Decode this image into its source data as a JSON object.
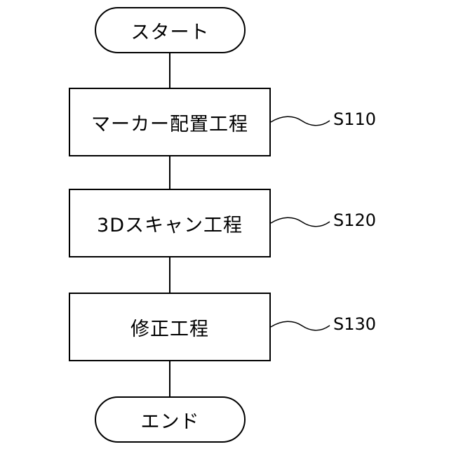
{
  "flowchart": {
    "start_label": "スタート",
    "end_label": "エンド",
    "steps": [
      {
        "label": "マーカー配置工程",
        "step_id": "S110"
      },
      {
        "label": "3Dスキャン工程",
        "step_id": "S120"
      },
      {
        "label": "修正工程",
        "step_id": "S130"
      }
    ]
  },
  "colors": {
    "stroke": "#000000",
    "fill": "#ffffff"
  }
}
